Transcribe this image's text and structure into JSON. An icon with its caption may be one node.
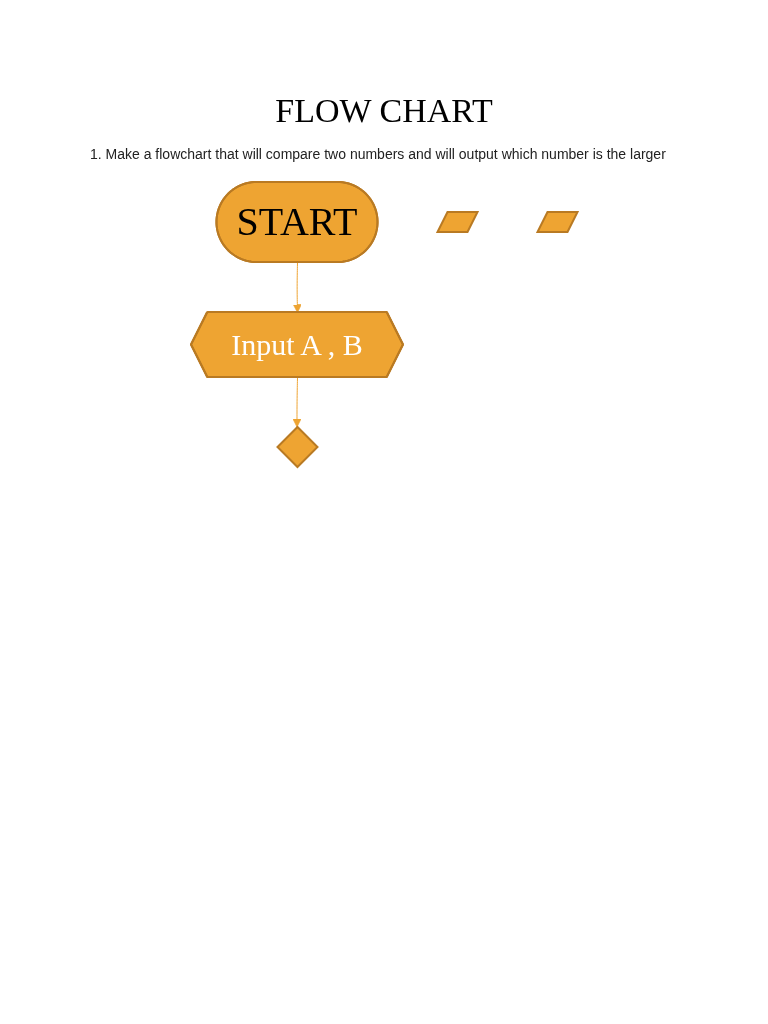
{
  "diagram": {
    "title": "FLOW CHART",
    "nodes": [
      {
        "text": [
          "START"
        ]
      },
      {
        "text": [
          "Input A , B"
        ]
      },
      {
        "text": [],
        "shape": "diamond"
      },
      {
        "text": [],
        "shape": "parallelogram"
      },
      {
        "text": [],
        "shape": "parallelogram"
      }
    ],
    "edges": [
      {
        "from": 0,
        "to": 1,
        "arrow": "to"
      },
      {
        "from": 1,
        "to": 2,
        "arrow": "to"
      }
    ],
    "labels": [
      "1. Make a flowchart that will compare two numbers and will output which number is the larger"
    ]
  }
}
